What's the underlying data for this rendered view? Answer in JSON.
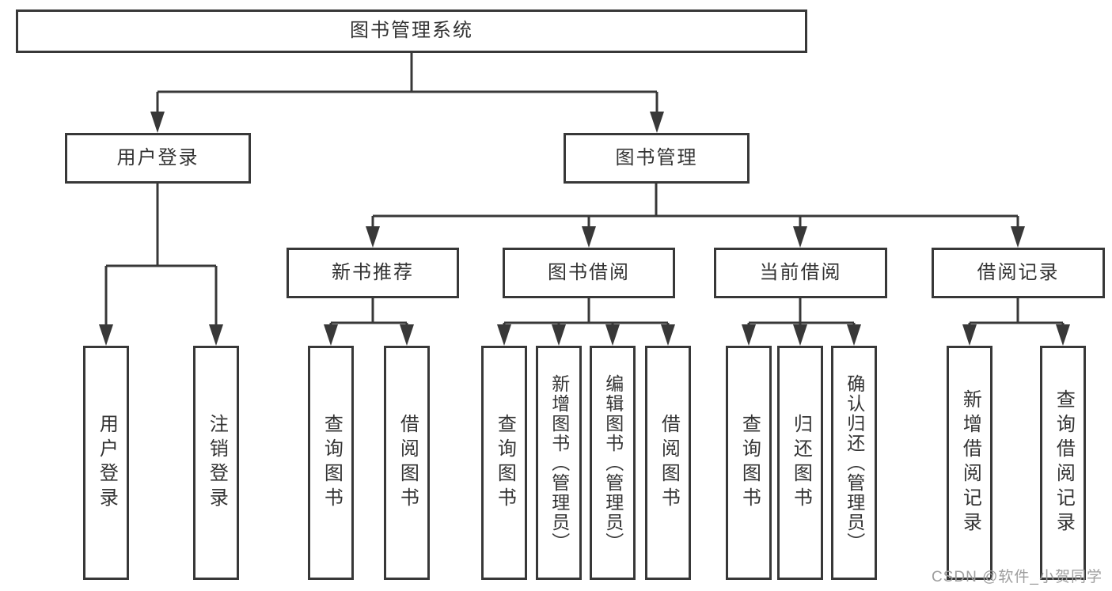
{
  "nodes": {
    "root": "图书管理系统",
    "user_login": "用户登录",
    "book_mgmt": "图书管理",
    "new_book_rec": "新书推荐",
    "book_borrow": "图书借阅",
    "current_borrow": "当前借阅",
    "borrow_records": "借阅记录",
    "ul_login": "用户登录",
    "ul_logout": "注销登录",
    "nb_query": "查询图书",
    "nb_borrow": "借阅图书",
    "bb_query": "查询图书",
    "bb_add": "新增图书（管理员）",
    "bb_edit": "编辑图书（管理员）",
    "bb_borrow": "借阅图书",
    "cb_query": "查询图书",
    "cb_return": "归还图书",
    "cb_confirm": "确认归还（管理员）",
    "br_add": "新增借阅记录",
    "br_query": "查询借阅记录"
  },
  "watermark": "CSDN @软件_小贺同学",
  "colors": {
    "line": "#383838",
    "text": "#333333",
    "watermark": "#9e9e9e",
    "background": "#ffffff"
  }
}
